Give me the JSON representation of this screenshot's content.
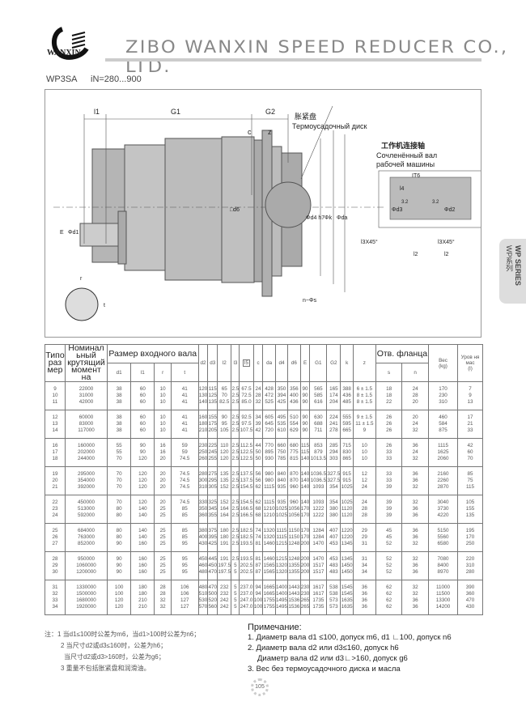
{
  "header": {
    "logo_text": "WANXIN",
    "company": "ZIBO WANXIN SPEED REDUCER CO., LTD.",
    "model": "WP3SA",
    "ratio": "iN=280...900"
  },
  "side_tab": {
    "line1": "WP SERIES",
    "line2": "WP系列"
  },
  "drawing": {
    "labels": {
      "l1": "l1",
      "G1": "G1",
      "G2": "G2",
      "c": "c",
      "z": "z",
      "disc_cn": "胀紧盘",
      "disc_ru": "Термоусадочный  диск",
      "shaft_cn": "工作机连接轴",
      "shaft_ru1": "Сочленённый вал",
      "shaft_ru2": "рабочей машины",
      "it6": "IT6",
      "l4": "l4",
      "d3": "Φd3",
      "d2": "Φd2",
      "l3x45a": "l3X45°",
      "l3x45b": "l3X45°",
      "l2a": "l2",
      "l2b": "l2",
      "E": "E",
      "d1": "Φd1",
      "d6": "□d6",
      "d4h7": "Φd4 h7",
      "k": "Φk",
      "da": "Φda",
      "ns": "n−Φs",
      "r": "r",
      "t": "t",
      "ra1": "3.2",
      "ra2": "3.2"
    }
  },
  "table": {
    "headers": {
      "size": "Типо раз мер",
      "torque": "Номинал ьный крутящий момент на",
      "input_shaft": "Размер входного вала",
      "flange": "Отв. фланца",
      "weight": "Вес",
      "oil": "Уров ня мас",
      "weight_unit": "(kg)",
      "oil_unit": "(l)",
      "cols": [
        "d1",
        "l1",
        "r",
        "t",
        "d2",
        "d3",
        "l2",
        "l3",
        "l5",
        "c",
        "da",
        "d4",
        "d6",
        "E",
        "G1",
        "G2",
        "k",
        "z",
        "s",
        "n"
      ]
    },
    "groups": [
      [
        [
          "9",
          "22000",
          "38",
          "60",
          "10",
          "41",
          "120",
          "115",
          "65",
          "2.5",
          "67.5",
          "24",
          "428",
          "350",
          "356",
          "90",
          "565",
          "165",
          "388",
          "6 ± 1.5",
          "18",
          "24",
          "170",
          "7"
        ],
        [
          "10",
          "31000",
          "38",
          "60",
          "10",
          "41",
          "130",
          "125",
          "70",
          "2.5",
          "72.5",
          "28",
          "472",
          "394",
          "400",
          "90",
          "585",
          "174",
          "436",
          "8 ± 1.5",
          "18",
          "28",
          "230",
          "9"
        ],
        [
          "11",
          "42000",
          "38",
          "60",
          "10",
          "41",
          "140",
          "135",
          "82.5",
          "2.5",
          "85.0",
          "32",
          "525",
          "425",
          "436",
          "90",
          "616",
          "204",
          "485",
          "8 ± 1.5",
          "22",
          "20",
          "310",
          "13"
        ]
      ],
      [
        [
          "12",
          "60000",
          "38",
          "60",
          "10",
          "41",
          "160",
          "155",
          "90",
          "2.5",
          "92.5",
          "34",
          "605",
          "495",
          "510",
          "90",
          "630",
          "224",
          "555",
          "9 ± 1.5",
          "26",
          "20",
          "460",
          "17"
        ],
        [
          "13",
          "83000",
          "38",
          "60",
          "10",
          "41",
          "180",
          "175",
          "95",
          "2.5",
          "97.5",
          "39",
          "645",
          "535",
          "554",
          "90",
          "688",
          "241",
          "595",
          "11 ± 1.5",
          "26",
          "24",
          "584",
          "21"
        ],
        [
          "14",
          "117000",
          "38",
          "60",
          "10",
          "41",
          "210",
          "205",
          "105",
          "2.5",
          "107.5",
          "42",
          "720",
          "610",
          "629",
          "90",
          "711",
          "278",
          "665",
          "9",
          "26",
          "32",
          "875",
          "33"
        ]
      ],
      [
        [
          "16",
          "160000",
          "55",
          "90",
          "16",
          "59",
          "230",
          "225",
          "110",
          "2.5",
          "112.5",
          "44",
          "770",
          "660",
          "680",
          "115",
          "853",
          "285",
          "715",
          "10",
          "26",
          "36",
          "1115",
          "42"
        ],
        [
          "17",
          "202000",
          "55",
          "90",
          "16",
          "59",
          "250",
          "245",
          "120",
          "2.5",
          "122.5",
          "50",
          "895",
          "750",
          "775",
          "115",
          "879",
          "294",
          "830",
          "10",
          "33",
          "24",
          "1625",
          "60"
        ],
        [
          "18",
          "244000",
          "70",
          "120",
          "20",
          "74.5",
          "260",
          "255",
          "120",
          "2.5",
          "122.5",
          "50",
          "930",
          "785",
          "815",
          "140",
          "1013.5",
          "303",
          "865",
          "10",
          "33",
          "32",
          "2060",
          "70"
        ]
      ],
      [
        [
          "19",
          "295000",
          "70",
          "120",
          "20",
          "74.5",
          "280",
          "275",
          "135",
          "2.5",
          "137.5",
          "56",
          "980",
          "840",
          "870",
          "140",
          "1036.5",
          "327.5",
          "915",
          "12",
          "33",
          "36",
          "2160",
          "85"
        ],
        [
          "20",
          "354000",
          "70",
          "120",
          "20",
          "74.5",
          "300",
          "295",
          "135",
          "2.5",
          "137.5",
          "56",
          "980",
          "840",
          "870",
          "140",
          "1036.5",
          "327.5",
          "915",
          "12",
          "33",
          "36",
          "2260",
          "75"
        ],
        [
          "21",
          "392000",
          "70",
          "120",
          "20",
          "74.5",
          "310",
          "305",
          "152",
          "2.5",
          "154.5",
          "62",
          "1115",
          "935",
          "960",
          "140",
          "1093",
          "354",
          "1025",
          "24",
          "39",
          "32",
          "2870",
          "115"
        ]
      ],
      [
        [
          "22",
          "450000",
          "70",
          "120",
          "20",
          "74.5",
          "330",
          "325",
          "152",
          "2.5",
          "154.5",
          "62",
          "1115",
          "935",
          "960",
          "140",
          "1093",
          "354",
          "1025",
          "24",
          "39",
          "32",
          "3040",
          "105"
        ],
        [
          "23",
          "513000",
          "80",
          "140",
          "25",
          "85",
          "350",
          "345",
          "164",
          "2.5",
          "166.5",
          "68",
          "1210",
          "1025",
          "1056",
          "170",
          "1222",
          "380",
          "1120",
          "28",
          "39",
          "36",
          "3730",
          "155"
        ],
        [
          "24",
          "592000",
          "80",
          "140",
          "25",
          "85",
          "360",
          "355",
          "164",
          "2.5",
          "166.5",
          "68",
          "1210",
          "1025",
          "1056",
          "170",
          "1222",
          "380",
          "1120",
          "28",
          "39",
          "36",
          "4220",
          "135"
        ]
      ],
      [
        [
          "25",
          "684000",
          "80",
          "140",
          "25",
          "85",
          "380",
          "375",
          "180",
          "2.5",
          "182.5",
          "74",
          "1320",
          "1115",
          "1150",
          "170",
          "1284",
          "407",
          "1220",
          "29",
          "45",
          "36",
          "5150",
          "195"
        ],
        [
          "26",
          "763000",
          "80",
          "140",
          "25",
          "85",
          "400",
          "395",
          "180",
          "2.5",
          "182.5",
          "74",
          "1320",
          "1115",
          "1150",
          "170",
          "1284",
          "407",
          "1220",
          "29",
          "45",
          "36",
          "5560",
          "170"
        ],
        [
          "27",
          "852000",
          "90",
          "160",
          "25",
          "95",
          "430",
          "425",
          "191",
          "2.5",
          "193.5",
          "81",
          "1460",
          "1215",
          "1248",
          "200",
          "1470",
          "453",
          "1345",
          "31",
          "52",
          "32",
          "6580",
          "250"
        ]
      ],
      [
        [
          "28",
          "950000",
          "90",
          "160",
          "25",
          "95",
          "450",
          "445",
          "191",
          "2.5",
          "193.5",
          "81",
          "1460",
          "1215",
          "1248",
          "200",
          "1470",
          "453",
          "1345",
          "31",
          "52",
          "32",
          "7080",
          "220"
        ],
        [
          "29",
          "1060000",
          "90",
          "160",
          "25",
          "95",
          "460",
          "450",
          "197.5",
          "5",
          "202.5",
          "87",
          "1565",
          "1320",
          "1355",
          "200",
          "1517",
          "483",
          "1450",
          "34",
          "52",
          "36",
          "8400",
          "310"
        ],
        [
          "30",
          "1200000",
          "90",
          "160",
          "25",
          "95",
          "480",
          "470",
          "197.5",
          "5",
          "202.5",
          "87",
          "1565",
          "1320",
          "1355",
          "200",
          "1517",
          "483",
          "1450",
          "34",
          "52",
          "36",
          "8970",
          "280"
        ]
      ],
      [
        [
          "31",
          "1330000",
          "100",
          "180",
          "28",
          "106",
          "480",
          "470",
          "232",
          "5",
          "237.0",
          "94",
          "1665",
          "1400",
          "1443",
          "230",
          "1617",
          "538",
          "1545",
          "36",
          "62",
          "32",
          "11000",
          "390"
        ],
        [
          "32",
          "1500000",
          "100",
          "180",
          "28",
          "106",
          "510",
          "500",
          "232",
          "5",
          "237.0",
          "94",
          "1665",
          "1400",
          "1443",
          "230",
          "1617",
          "538",
          "1545",
          "36",
          "62",
          "32",
          "11500",
          "360"
        ],
        [
          "33",
          "1680000",
          "120",
          "210",
          "32",
          "127",
          "530",
          "520",
          "242",
          "5",
          "247.0",
          "100",
          "1755",
          "1495",
          "1536",
          "265",
          "1735",
          "573",
          "1635",
          "36",
          "62",
          "36",
          "13300",
          "470"
        ],
        [
          "34",
          "1920000",
          "120",
          "210",
          "32",
          "127",
          "570",
          "560",
          "242",
          "5",
          "247.0",
          "100",
          "1755",
          "1495",
          "1536",
          "265",
          "1735",
          "573",
          "1635",
          "36",
          "62",
          "36",
          "14200",
          "430"
        ]
      ]
    ]
  },
  "notes_cn": [
    "注：1 当d1≤100时公差为m6，当d1>100时公差为n6；",
    "2 当尺寸d2或d3≤160时，公差为h6；",
    "当尺寸d2或d3>160时，公差为g6；",
    "3 重量不包括胀紧盘和润滑油。"
  ],
  "notes_ru": {
    "title": "Примечание:",
    "items": [
      "1.  Диаметр вала d1 ≤100, допуск m6, d1 ∟100, допуск n6",
      "2. Диаметр вала d2 или d3≤160, допуск h6",
      "    Диаметр вала d2 или d3∟>160, допуск g6",
      "3. Вес без термоусадочного  диска и масла"
    ]
  },
  "page_number": "105"
}
